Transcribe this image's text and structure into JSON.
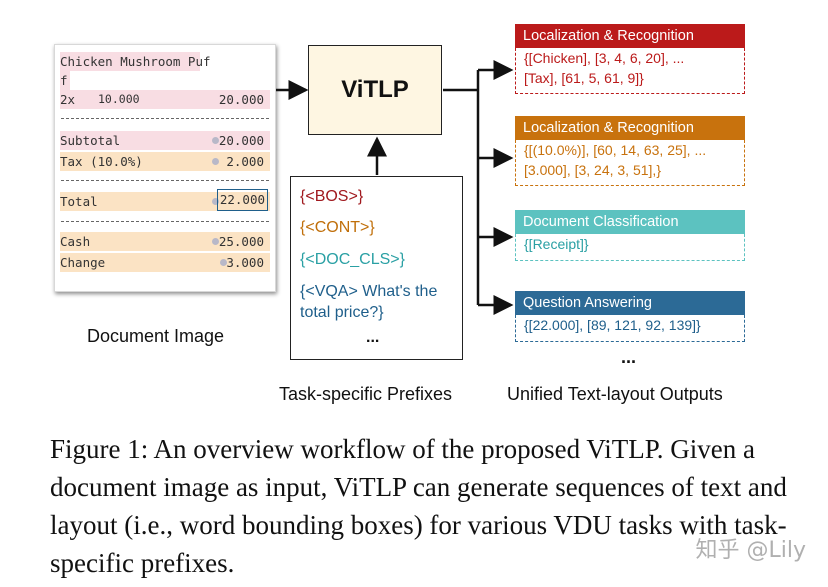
{
  "receipt": {
    "title_line1": "Chicken Mushroom Puf",
    "title_line2": "f",
    "qty": "2x",
    "unit_price": "10.000",
    "line_total": "20.000",
    "subtotal_label": "Subtotal",
    "subtotal_value": "20.000",
    "tax_label": "Tax (10.0%)",
    "tax_value": "2.000",
    "total_label": "Total",
    "total_value": "22.000",
    "cash_label": "Cash",
    "cash_value": "25.000",
    "change_label": "Change",
    "change_value": "3.000"
  },
  "labels": {
    "document_image": "Document Image",
    "model": "ViTLP",
    "task_prefixes": "Task-specific Prefixes",
    "unified_outputs": "Unified Text-layout Outputs"
  },
  "prefixes": [
    {
      "text": "{<BOS>}",
      "color": "#a0191e"
    },
    {
      "text": "{<CONT>}",
      "color": "#c06f0a"
    },
    {
      "text": "{<DOC_CLS>}",
      "color": "#2aa0a4"
    },
    {
      "text": "{<VQA> What's the total price?}",
      "color": "#1f5f8b"
    },
    {
      "text": "...",
      "color": "#111111"
    }
  ],
  "outputs": [
    {
      "title": "Localization & Recognition",
      "body_line1": "{[Chicken], [3, 4, 6, 20], ...",
      "body_line2": "[Tax], [61, 5, 61, 9]}",
      "color": "#bb1a1a"
    },
    {
      "title": "Localization & Recognition",
      "body_line1": "{[(10.0%)], [60, 14, 63, 25], ...",
      "body_line2": "[3.000], [3, 24, 3, 51],}",
      "color": "#c8720d"
    },
    {
      "title": "Document Classification",
      "body_line1": "{[Receipt]}",
      "color": "#5cc2c0",
      "text_color": "#2aa0a4"
    },
    {
      "title": "Question Answering",
      "body_line1": "{[22.000], [89, 121, 92, 139]}",
      "color": "#2c6a96",
      "text_color": "#1f5f8b"
    }
  ],
  "outputs_ellipsis": "...",
  "caption": "Figure 1: An overview workflow of the proposed ViTLP. Given a document image as input, ViTLP can generate sequences of text and layout (i.e., word bounding boxes) for various VDU tasks with task-specific prefixes.",
  "watermark": "知乎 @Lily"
}
